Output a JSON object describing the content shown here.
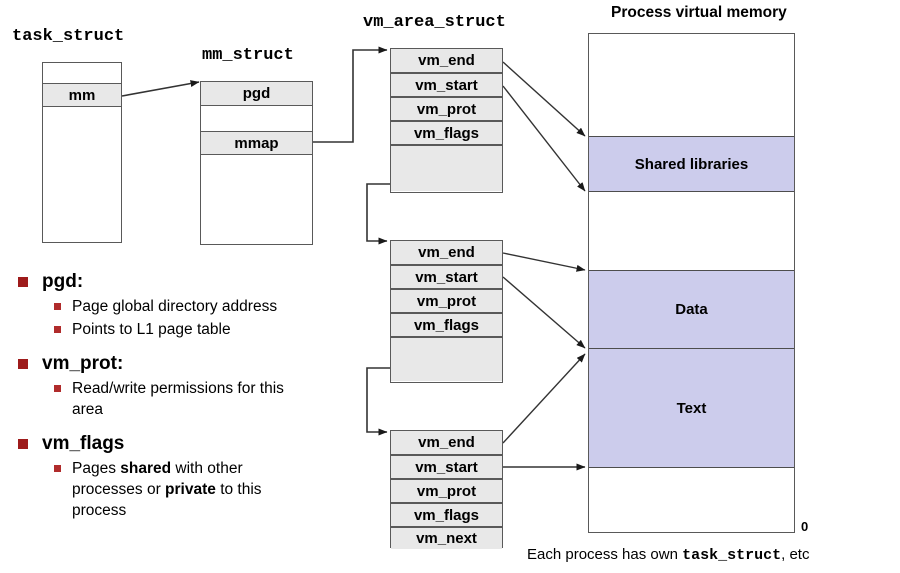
{
  "diagram": {
    "structs": [
      {
        "id": "task_struct",
        "title": "task_struct",
        "rows": [
          {
            "label": "",
            "filled": false
          },
          {
            "label": "mm",
            "filled": true
          },
          {
            "label": "",
            "filled": false
          }
        ]
      },
      {
        "id": "mm_struct",
        "title": "mm_struct",
        "rows": [
          {
            "label": "pgd",
            "filled": true
          },
          {
            "label": "",
            "filled": false
          },
          {
            "label": "mmap",
            "filled": true
          },
          {
            "label": "",
            "filled": false
          }
        ]
      },
      {
        "id": "vm_area_struct_1",
        "title": "vm_area_struct",
        "rows": [
          {
            "label": "vm_end",
            "filled": true
          },
          {
            "label": "vm_start",
            "filled": true
          },
          {
            "label": "vm_prot",
            "filled": true
          },
          {
            "label": "vm_flags",
            "filled": true
          },
          {
            "label": "",
            "filled": true
          }
        ]
      },
      {
        "id": "vm_area_struct_2",
        "title": "",
        "rows": [
          {
            "label": "vm_end",
            "filled": true
          },
          {
            "label": "vm_start",
            "filled": true
          },
          {
            "label": "vm_prot",
            "filled": true
          },
          {
            "label": "vm_flags",
            "filled": true
          },
          {
            "label": "",
            "filled": true
          }
        ]
      },
      {
        "id": "vm_area_struct_3",
        "title": "",
        "rows": [
          {
            "label": "vm_end",
            "filled": true
          },
          {
            "label": "vm_start",
            "filled": true
          },
          {
            "label": "vm_prot",
            "filled": true
          },
          {
            "label": "vm_flags",
            "filled": true
          },
          {
            "label": "vm_next",
            "filled": true
          }
        ]
      }
    ],
    "memory": {
      "title": "Process virtual memory",
      "zero_label": "0",
      "segments": [
        {
          "label": "Shared libraries"
        },
        {
          "label": "Data"
        },
        {
          "label": "Text"
        }
      ]
    },
    "caption": {
      "pre": "Each process has own ",
      "mono": "task_struct",
      "post": ", etc"
    },
    "bullets": [
      {
        "heading": "pgd:",
        "items": [
          {
            "parts": [
              {
                "t": "Page global directory address",
                "b": false
              }
            ]
          },
          {
            "parts": [
              {
                "t": "Points to L1 page table",
                "b": false
              }
            ]
          }
        ]
      },
      {
        "heading": "vm_prot:",
        "items": [
          {
            "parts": [
              {
                "t": "Read/write permissions for this area",
                "b": false
              }
            ]
          }
        ]
      },
      {
        "heading": "vm_flags",
        "items": [
          {
            "parts": [
              {
                "t": "Pages ",
                "b": false
              },
              {
                "t": "shared",
                "b": true
              },
              {
                "t": " with other processes or ",
                "b": false
              },
              {
                "t": "private",
                "b": true
              },
              {
                "t": " to this process",
                "b": false
              }
            ]
          }
        ]
      }
    ],
    "colors": {
      "segment_fill": "#ccccec",
      "struct_row_fill": "#e8e8e8",
      "bullet_red": "#9e1b1b",
      "line": "#595959"
    }
  }
}
